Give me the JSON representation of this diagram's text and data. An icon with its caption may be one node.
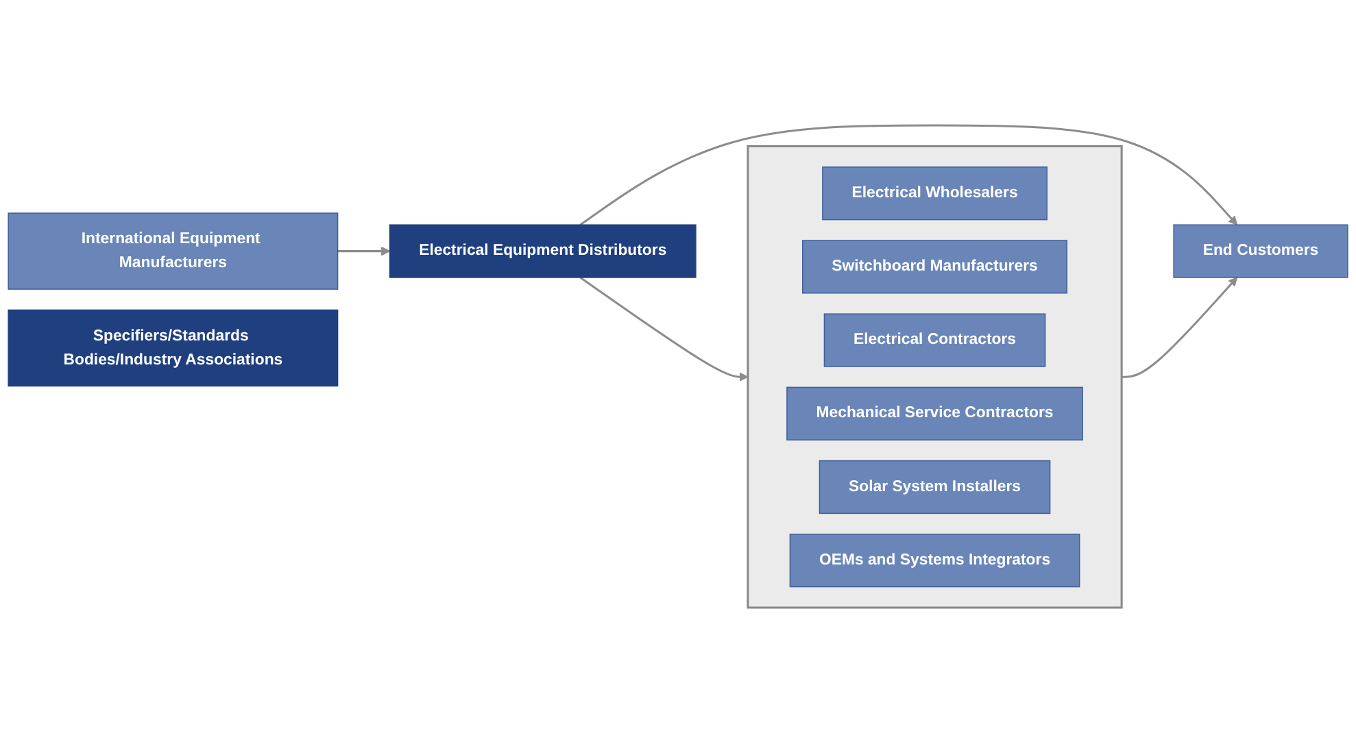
{
  "diagram": {
    "nodes": [
      {
        "text": [
          "International Equipment Manufacturers"
        ]
      },
      {
        "text": [
          "Electrical Equipment Distributors"
        ]
      },
      {
        "text": [],
        "shape": "box"
      },
      {
        "text": [
          "Electrical Wholesalers"
        ],
        "in": 2
      },
      {
        "text": [
          "Switchboard Manufacturers"
        ],
        "in": 2
      },
      {
        "text": [
          "Electrical Contractors"
        ],
        "in": 2
      },
      {
        "text": [
          "Mechanical Service Contractors"
        ],
        "in": 2
      },
      {
        "text": [
          "Solar System Installers"
        ],
        "in": 2
      },
      {
        "text": [
          "OEMs and Systems Integrators"
        ],
        "in": 2
      },
      {
        "text": [
          "End Customers"
        ]
      },
      {
        "text": [
          "Specifiers/Standards Bodies/Industry Associations"
        ]
      }
    ],
    "edges": [
      {
        "from": 0,
        "to": 1,
        "arrow": "to"
      },
      {
        "from": 1,
        "to": 2,
        "arrow": "to"
      },
      {
        "from": 2,
        "to": 9,
        "arrow": "to"
      },
      {
        "from": 1,
        "to": 9,
        "arrow": "to"
      }
    ]
  }
}
